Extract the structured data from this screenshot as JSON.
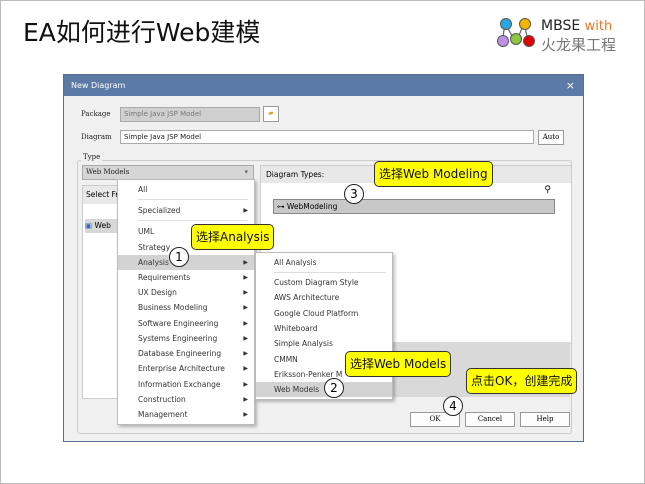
{
  "slide": {
    "title": "EA如何进行Web建模"
  },
  "logo": {
    "line1": "MBSE",
    "with": "with",
    "line2": "火龙果工程"
  },
  "dialog": {
    "title": "New Diagram",
    "close": "×",
    "package_label": "Package",
    "package_value": "Simple Java JSP Model",
    "diagram_label": "Diagram",
    "diagram_value": "Simple Java JSP Model",
    "auto": "Auto",
    "type_label": "Type",
    "combo_value": "Web Models",
    "select_from": "Select Fr",
    "web_item": "Web",
    "diagram_types_label": "Diagram Types:",
    "diagram_type_item": "WebModeling",
    "ok": "OK",
    "cancel": "Cancel",
    "help": "Help"
  },
  "menu": {
    "items": [
      {
        "label": "All",
        "sub": false
      },
      {
        "label": "Specialized",
        "sub": true
      },
      {
        "label": "UML",
        "sub": false
      },
      {
        "label": "Strategy",
        "sub": false
      },
      {
        "label": "Analysis",
        "sub": true
      },
      {
        "label": "Requirements",
        "sub": true
      },
      {
        "label": "UX Design",
        "sub": true
      },
      {
        "label": "Business Modeling",
        "sub": true
      },
      {
        "label": "Software Engineering",
        "sub": true
      },
      {
        "label": "Systems Engineering",
        "sub": true
      },
      {
        "label": "Database Engineering",
        "sub": true
      },
      {
        "label": "Enterprise Architecture",
        "sub": true
      },
      {
        "label": "Information Exchange",
        "sub": true
      },
      {
        "label": "Construction",
        "sub": true
      },
      {
        "label": "Management",
        "sub": true
      }
    ]
  },
  "submenu": {
    "items": [
      "All Analysis",
      "Custom Diagram Style",
      "AWS Architecture",
      "Google Cloud Platform",
      "Whiteboard",
      "Simple Analysis",
      "CMMN",
      "Eriksson-Penker M",
      "Web Models"
    ]
  },
  "callouts": {
    "c1": "选择Analysis",
    "c2": "选择Web Models",
    "c3": "选择Web Modeling",
    "c4": "点击OK，创建完成",
    "n1": "1",
    "n2": "2",
    "n3": "3",
    "n4": "4"
  }
}
